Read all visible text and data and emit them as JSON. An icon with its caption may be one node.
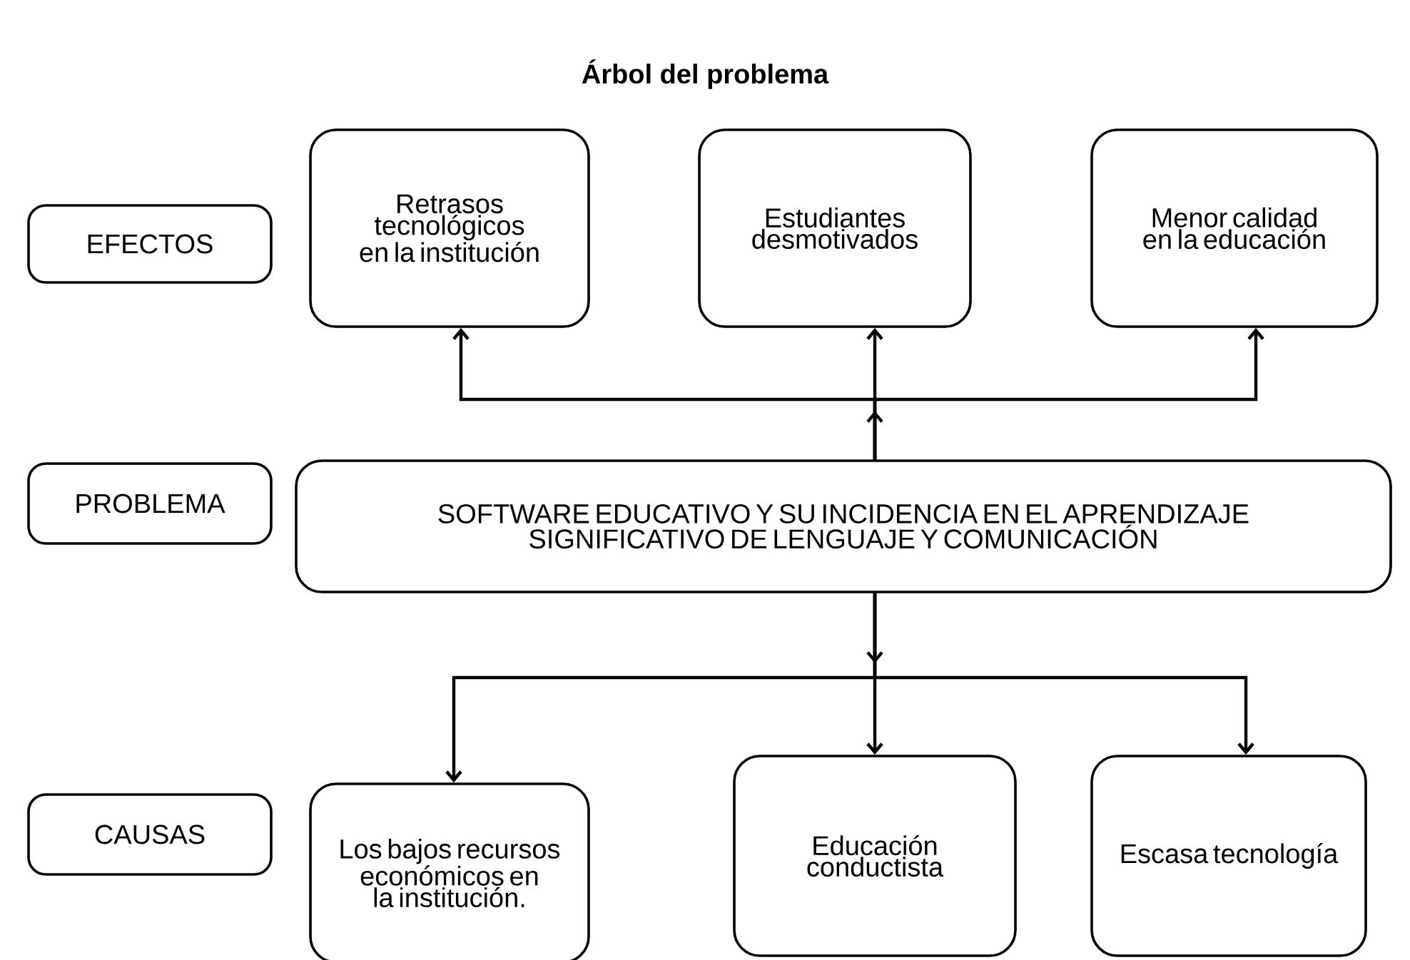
{
  "diagram": {
    "title": "Árbol del problema",
    "nodes": [
      {
        "text": [
          "EFECTOS"
        ]
      },
      {
        "text": [
          "Retrasos tecnológicos en la institución"
        ]
      },
      {
        "text": [
          "Estudiantes desmotivados"
        ]
      },
      {
        "text": [
          "Menor calidad en la educación"
        ]
      },
      {
        "text": [
          "PROBLEMA"
        ]
      },
      {
        "text": [
          "SOFTWARE EDUCATIVO Y SU INCIDENCIA EN EL APRENDIZAJE SIGNIFICATIVO DE LENGUAJE Y COMUNICACIÓN"
        ]
      },
      {
        "text": [
          "CAUSAS"
        ]
      },
      {
        "text": [
          "Los bajos recursos económicos en la institución."
        ]
      },
      {
        "text": [
          "Educación conductista"
        ]
      },
      {
        "text": [
          "Escasa tecnología"
        ]
      }
    ],
    "edges": [
      {
        "from": 5,
        "to": 1,
        "arrow": "to"
      },
      {
        "from": 5,
        "to": 2,
        "arrow": "to"
      },
      {
        "from": 5,
        "to": 3,
        "arrow": "to"
      },
      {
        "from": 5,
        "to": 7,
        "arrow": "to"
      },
      {
        "from": 5,
        "to": 8,
        "arrow": "to"
      },
      {
        "from": 5,
        "to": 9,
        "arrow": "to"
      }
    ]
  }
}
